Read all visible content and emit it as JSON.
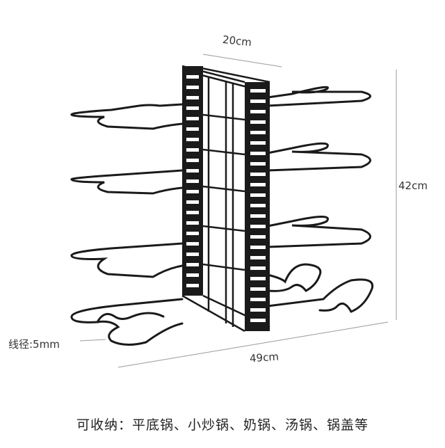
{
  "dimensions": {
    "depth": "20cm",
    "height": "42cm",
    "width": "49cm",
    "wire_diameter": "线径:5mm"
  },
  "caption": "可收纳：平底锅、小炒锅、奶锅、汤锅、锅盖等",
  "colors": {
    "frame": "#1a1a1a",
    "dimension_line": "#999999",
    "background": "#ffffff"
  }
}
